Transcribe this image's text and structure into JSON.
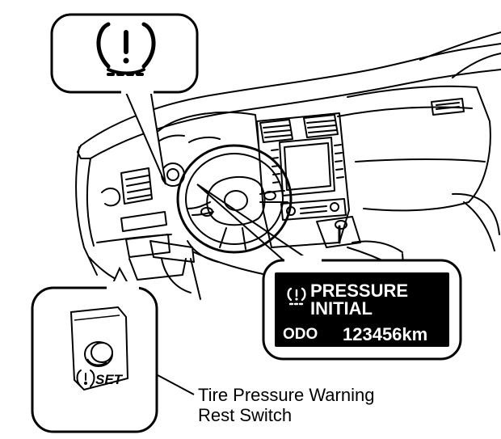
{
  "display": {
    "line1": "PRESSURE",
    "line2": "INITIAL",
    "odo_label": "ODO",
    "odo_value": "123456km"
  },
  "switch": {
    "label": "SET"
  },
  "caption": {
    "line1": "Tire Pressure Warning",
    "line2": "Rest Switch"
  },
  "icons": [
    "tire-pressure-warning-icon",
    "tire-pressure-icon-small",
    "reset-switch-knob-icon"
  ]
}
